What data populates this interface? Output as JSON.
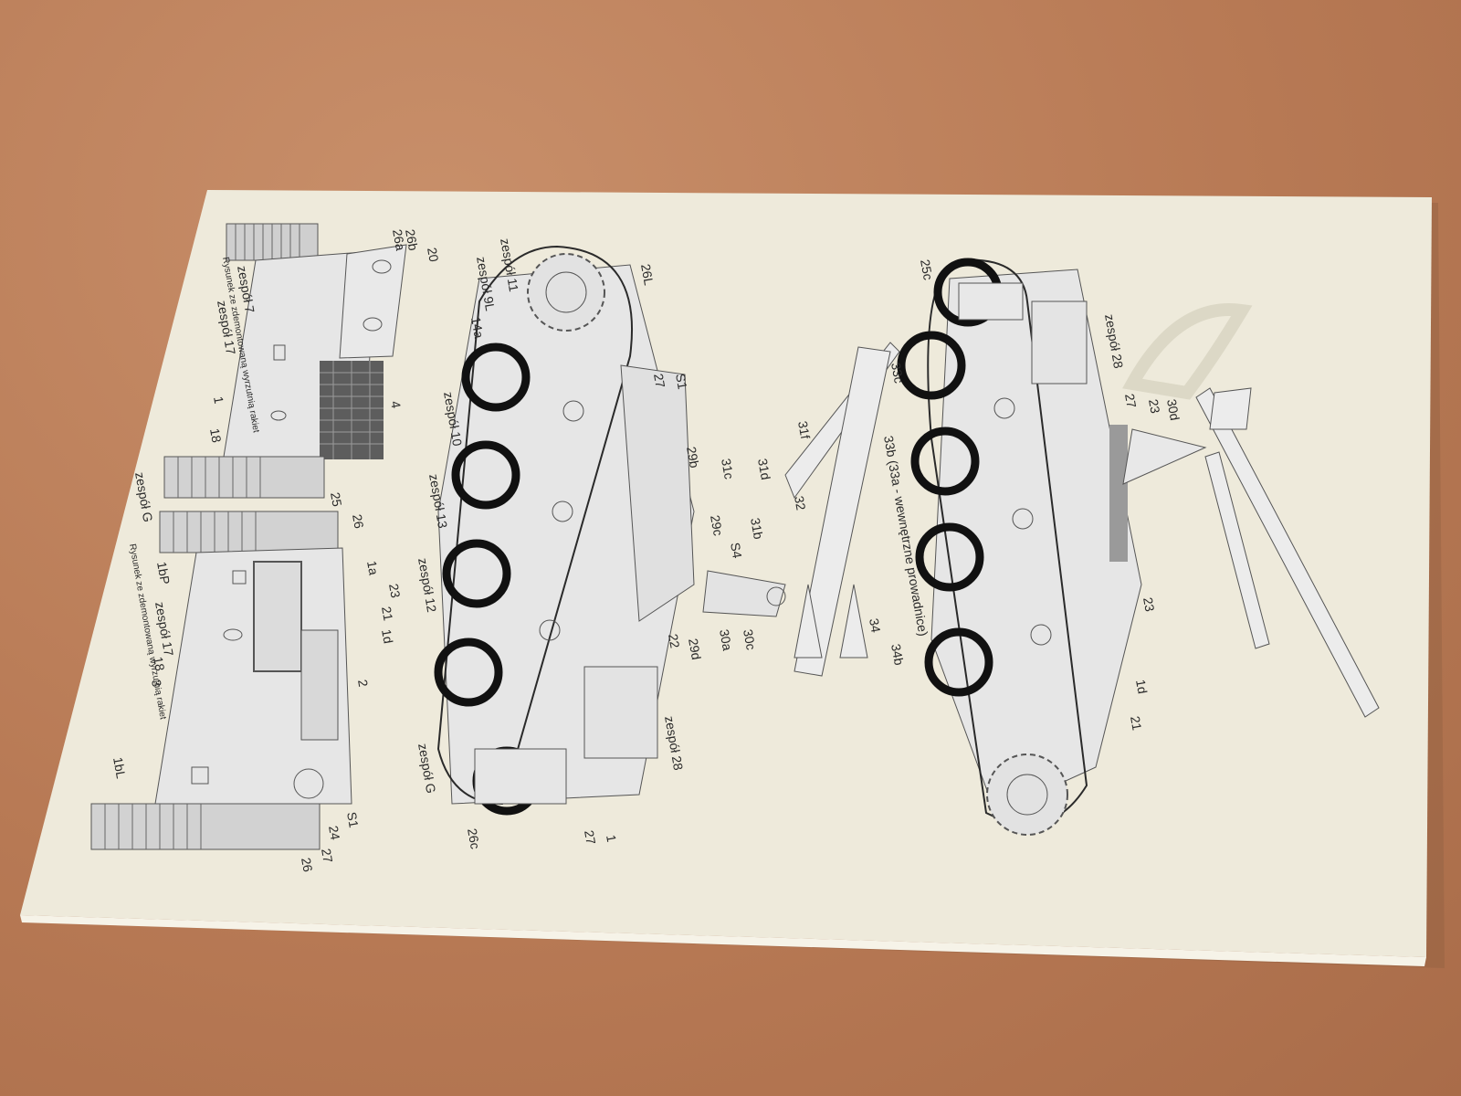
{
  "photo": {
    "subject": "Printed instruction sheet for a paper tank model lying on a wooden table",
    "colors": {
      "table": "#b87a55",
      "sheet": "#eeeadb",
      "part": "#e4e4e4",
      "ink": "#2a2a2a"
    }
  },
  "notes": {
    "top_view": "Rysunek ze zdemontowaną wyrzutnią rakiet",
    "side_view": "Rysunek ze zdemontowaną wyrzutnią rakiet"
  },
  "labels": {
    "l20": "20",
    "l26b": "26b",
    "l26a": "26a",
    "zespol7": "zespół 7",
    "zespol17a": "zespół 17",
    "l1a": "1",
    "l18a": "18",
    "l4": "4",
    "zespolG_left": "zespół G",
    "l25": "25",
    "l26_left": "26",
    "l1a2": "1a",
    "l1bP": "1bP",
    "l23a": "23",
    "zespol17b": "zespół 17",
    "l21a": "21",
    "l1d_a": "1d",
    "l18b": "18",
    "l3": "3",
    "l2": "2",
    "l1bL": "1bL",
    "lS1a": "S1",
    "l24": "24",
    "l27a": "27",
    "l26c_left": "26",
    "zespol11": "zespół 11",
    "zespol9L": "zespół 9L",
    "l14a": "14a",
    "l26L": "26L",
    "zespol10": "zespół 10",
    "lS1b": "S1",
    "l27b": "27",
    "zespol13": "zespół 13",
    "l29b": "29b",
    "l31c": "31c",
    "l31d": "31d",
    "l31f": "31f",
    "l33c": "33c",
    "l33b": "33b (33a - wewnętrzne prowadnice)",
    "l29c": "29c",
    "l31b": "31b",
    "l32": "32",
    "lS4": "S4",
    "zespol12": "zespół 12",
    "l30a": "30a",
    "l30c": "30c",
    "l29d": "29d",
    "l22": "22",
    "l34": "34",
    "l34b": "34b",
    "zespol28a": "zespół 28",
    "zespolG_mid": "zespół G",
    "l26c": "26c",
    "l27c": "27",
    "l1b": "1",
    "l25c": "25c",
    "zespol28b": "zespół 28",
    "l27d": "27",
    "l23b": "23",
    "l30d": "30d",
    "l23c": "23",
    "l1d_b": "1d",
    "l21b": "21"
  }
}
